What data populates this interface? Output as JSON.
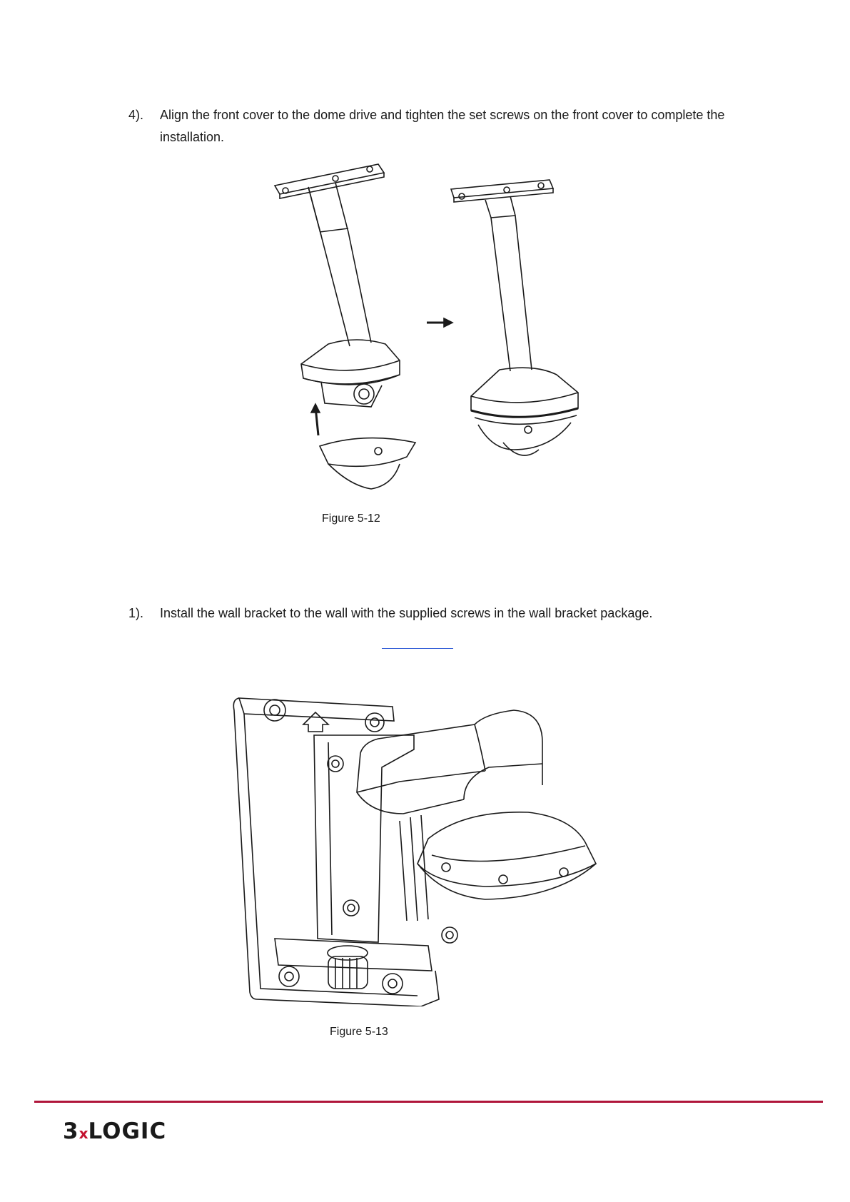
{
  "steps": [
    {
      "number": "4).",
      "text": "Align the front cover to the dome drive and tighten the set screws on the front cover to complete the installation."
    },
    {
      "number": "1).",
      "text": "Install the wall bracket to the wall with the supplied screws in the wall bracket package."
    }
  ],
  "figures": [
    {
      "caption": "Figure 5-12"
    },
    {
      "caption": "Figure 5-13"
    }
  ],
  "footer": {
    "logo_prefix": "3",
    "logo_x": "x",
    "logo_suffix": "LOGIC",
    "accent_color": "#b0153a"
  }
}
